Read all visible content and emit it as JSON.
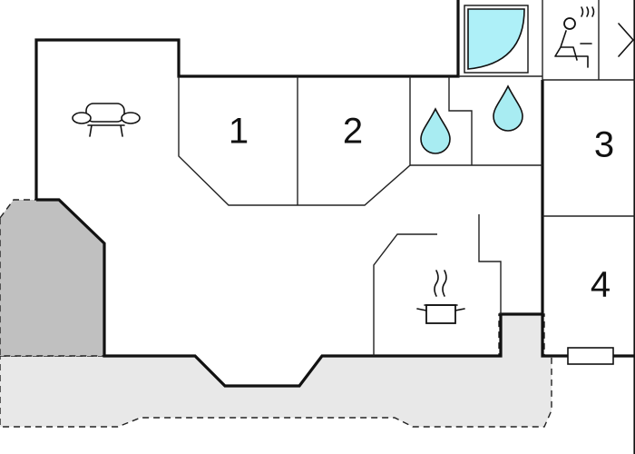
{
  "floorplan": {
    "rooms": [
      {
        "id": "bedroom-1",
        "label": "1"
      },
      {
        "id": "bedroom-2",
        "label": "2"
      },
      {
        "id": "bedroom-3",
        "label": "3"
      },
      {
        "id": "bedroom-4",
        "label": "4"
      }
    ],
    "icons": {
      "living": "sofa-icon",
      "kitchen": "cooking-pot-icon",
      "bathroom_1": "water-drop-icon",
      "bathroom_2": "water-drop-icon",
      "sauna": "sauna-icon",
      "shower": "shower-cabin-icon"
    },
    "colors": {
      "walls": "#111111",
      "water": "#a8ecf2",
      "shower": "#aef0f8",
      "grey_area": "#c0c0c0",
      "terrace": "#e8e8e8"
    }
  }
}
